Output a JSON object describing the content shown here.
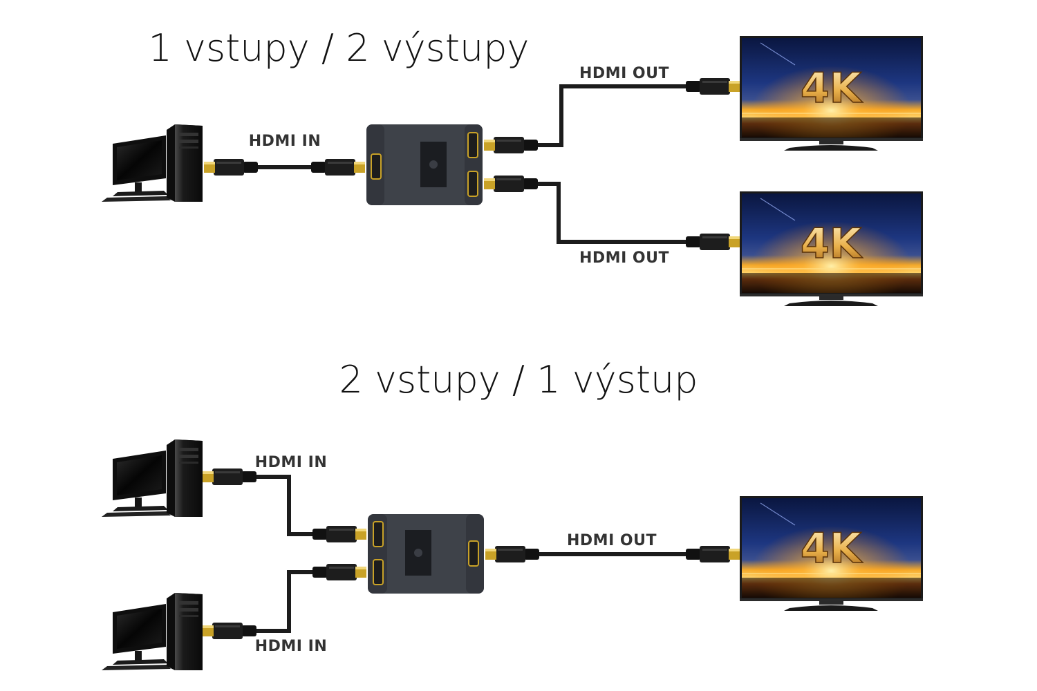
{
  "top_section": {
    "title": "1 vstupy / 2 výstupy",
    "label_in": "HDMI IN",
    "label_out_1": "HDMI OUT",
    "label_out_2": "HDMI OUT"
  },
  "bottom_section": {
    "title": "2 vstupy / 1 výstup",
    "label_in_1": "HDMI IN",
    "label_in_2": "HDMI IN",
    "label_out": "HDMI OUT"
  },
  "tv_badge": "4K",
  "colors": {
    "cable": "#1c1c1c",
    "connector_gold": "#c9a227",
    "device_body": "#3e4249",
    "tv_frame": "#1a1a1a"
  },
  "icons": [
    "desktop-computer-icon",
    "hdmi-connector-icon",
    "hdmi-switch-icon",
    "tv-4k-icon"
  ]
}
